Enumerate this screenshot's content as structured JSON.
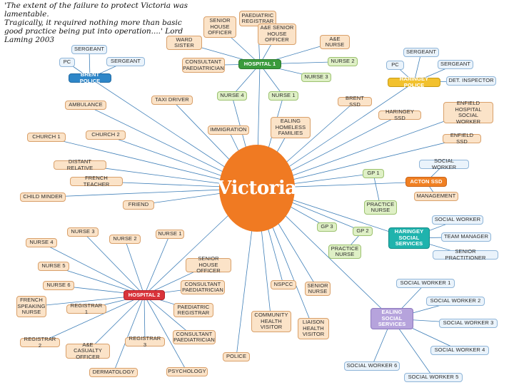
{
  "quote": "'The extent of the failure to protect Victoria was lamentable.\nTragically, it required nothing more than basic good practice being put into operation....' Lord Laming 2003",
  "center_label": "Victoria",
  "colors": {
    "center": "#f07a22",
    "line": "#3f7fb8",
    "hospital_1": "#3a9b3c",
    "brent_police": "#2e86c8",
    "hospital_2": "#d9333a",
    "acton_ssd": "#f08023",
    "haringey_social_services": "#1fb3ad",
    "ealing_social_services": "#b6a3dc",
    "haringey_police": "#f2c12e"
  },
  "nodes": {
    "ward_sister": "WARD\nSISTER",
    "senior_house_officer_top": "SENIOR\nHOUSE\nOFFICER",
    "paediatric_registrar_top": "PAEDIATRIC\nREGISTRAR",
    "ae_senior_house_officer": "A&E SENIOR\nHOUSE\nOFFICER",
    "ae_nurse": "A&E\nNURSE",
    "consultant_paediatrician_top": "CONSULTANT\nPAEDIATRICIAN",
    "hospital_1": "HOSPITAL 1",
    "nurse_2": "NURSE 2",
    "nurse_3_top": "NURSE 3",
    "nurse_4_top": "NURSE 4",
    "nurse_1_top": "NURSE 1",
    "sergeant_left": "SERGEANT",
    "pc_left": "PC",
    "sergeant_left2": "SERGEANT",
    "brent_police": "BRENT POLICE",
    "sergeant_right": "SERGEANT",
    "pc_right": "PC",
    "sergeant_right2": "SERGEANT",
    "haringey_police": "HARINGEY POLICE",
    "det_inspector": "DET. INSPECTOR",
    "taxi_driver": "TAXI DRIVER",
    "ambulance": "AMBULANCE",
    "brent_ssd": "BRENT SSD",
    "haringey_ssd": "HARINGEY SSD",
    "enfield_hospital_social_worker": "ENFIELD\nHOSPITAL\nSOCIAL WORKER",
    "enfield_ssd": "ENFIELD SSD",
    "ealing_homeless_families": "EALING\nHOMELESS\nFAMILIES",
    "immigration": "IMMIGRATION",
    "church_1": "CHURCH 1",
    "church_2": "CHURCH 2",
    "distant_relative": "DISTANT RELATIVE",
    "french_teacher": "FRENCH TEACHER",
    "child_minder": "CHILD MINDER",
    "friend": "FRIEND",
    "social_worker_right": "SOCIAL WORKER",
    "gp_1": "GP 1",
    "acton_ssd": "ACTON SSD",
    "management": "MANAGEMENT",
    "practice_nurse_top": "PRACTICE\nNURSE",
    "social_worker_haringey": "SOCIAL WORKER",
    "team_manager": "TEAM MANAGER",
    "haringey_social_services": "HARINGEY\nSOCIAL\nSERVICES",
    "senior_practitioner": "SENIOR PRACTITIONER",
    "gp_3": "GP 3",
    "gp_2": "GP 2",
    "practice_nurse_bottom": "PRACTICE\nNURSE",
    "nurse_3_left": "NURSE 3",
    "nurse_2_left": "NURSE 2",
    "nurse_1_left": "NURSE 1",
    "nurse_4_left": "NURSE 4",
    "nurse_5": "NURSE 5",
    "nurse_6": "NURSE 6",
    "senior_house_officer_bottom": "SENIOR HOUSE\nOFFICER",
    "consultant_paediatrician_mid": "CONSULTANT\nPAEDIATRICIAN",
    "hospital_2": "HOSPITAL 2",
    "paediatric_registrar_bottom": "PAEDIATRIC\nREGISTRAR",
    "consultant_paediatrician_bottom": "CONSULTANT\nPAEDIATRICIAN",
    "french_speaking_nurse": "FRENCH\nSPEAKING\nNURSE",
    "registrar_1": "REGISTRAR 1",
    "registrar_2": "REGISTRAR 2",
    "ae_casualty_officer": "A&E CASUALTY\nOFFICER",
    "registrar_3": "REGISTRAR 3",
    "dermatology": "DERMATOLOGY",
    "psychology": "PSYCHOLOGY",
    "nspcc": "NSPCC",
    "senior_nurse": "SENIOR\nNURSE",
    "community_health_visitor": "COMMUNITY\nHEALTH\nVISITOR",
    "liaison_health_visitor": "LIAISON\nHEALTH\nVISITOR",
    "police": "POLICE",
    "social_worker_1": "SOCIAL WORKER 1",
    "social_worker_2": "SOCIAL WORKER 2",
    "social_worker_3": "SOCIAL WORKER 3",
    "social_worker_4": "SOCIAL WORKER 4",
    "social_worker_5": "SOCIAL WORKER 5",
    "social_worker_6": "SOCIAL WORKER 6",
    "ealing_social_services": "EALING\nSOCIAL\nSERVICES"
  }
}
